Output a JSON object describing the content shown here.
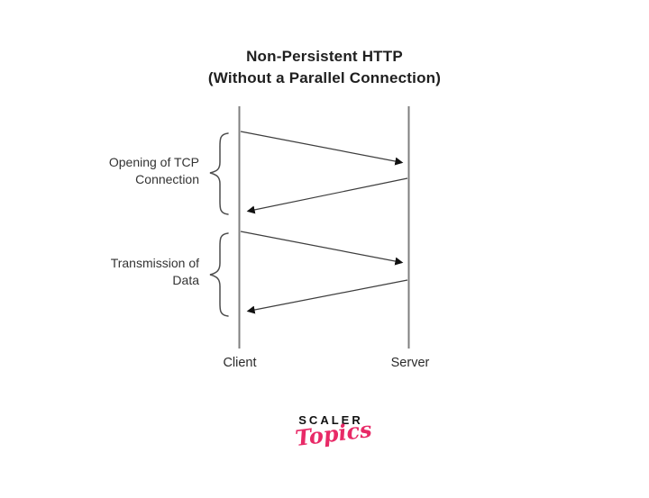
{
  "diagram": {
    "title": {
      "line1": "Non-Persistent HTTP",
      "line2": "(Without a Parallel Connection)"
    },
    "actors": [
      {
        "id": "client",
        "label": "Client"
      },
      {
        "id": "server",
        "label": "Server"
      }
    ],
    "sections": [
      {
        "label_line1": "Opening of TCP",
        "label_line2": "Connection",
        "messages": [
          {
            "from": "Client",
            "to": "Server"
          },
          {
            "from": "Server",
            "to": "Client"
          }
        ]
      },
      {
        "label_line1": "Transmission of",
        "label_line2": "Data",
        "messages": [
          {
            "from": "Client",
            "to": "Server"
          },
          {
            "from": "Server",
            "to": "Client"
          }
        ]
      }
    ],
    "colors": {
      "lifeline": "#7f7f7f",
      "arrow": "#3d3d3d",
      "brace": "#4d4d4d",
      "label_text": "#333333",
      "title_text": "#1f1f1f"
    }
  },
  "logo": {
    "brand": "SCALER",
    "product": "Topics",
    "accent_color": "#e82a67"
  }
}
